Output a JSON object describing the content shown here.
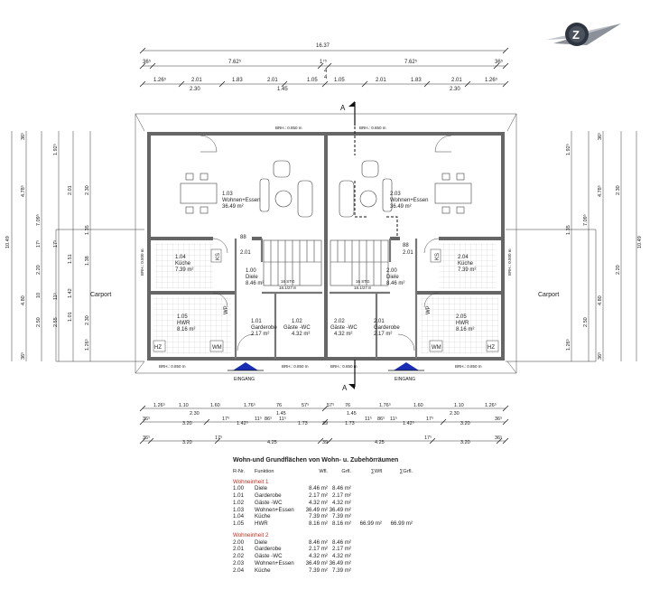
{
  "dims": {
    "top_overall": "16.37",
    "top_row2": [
      "36⁵",
      "7.62⁵",
      "1⁷⁵",
      "7.62⁵",
      "36⁵"
    ],
    "top_row3a": [
      "1.26⁵",
      "2.01",
      "1.83",
      "2.01",
      "1.05",
      "1.05",
      "2.01",
      "1.83",
      "2.01",
      "1.26⁵"
    ],
    "top_row3b": [
      "2.30",
      "1.45",
      "2.30"
    ],
    "top_small": [
      "4",
      "4"
    ],
    "left_outer": "10.49",
    "left_mid": [
      "4.78⁵",
      "7.09⁵",
      "4.80"
    ],
    "left_inner": [
      "36⁵",
      "1.92⁵",
      "2.01",
      "2.30",
      "1.35",
      "1.51",
      "1.38",
      "1.42",
      "1.01",
      "2.30",
      "2.55",
      "2.50",
      "2.20",
      "1.26⁵",
      "17⁵",
      "11⁵",
      "10",
      "36⁵",
      "17⁵"
    ],
    "bottom_row1a": [
      "1.26⁵",
      "1.10",
      "1.60",
      "1.76⁵",
      "76",
      "57⁵",
      "57⁵",
      "76",
      "1.76⁵",
      "1.60",
      "1.10",
      "1.26⁵"
    ],
    "bottom_row1b": [
      "2.30",
      "1.45",
      "1.45",
      "2.30"
    ],
    "bottom_row2": [
      "36⁵",
      "3.20",
      "17⁵",
      "1.42⁵",
      "11⁵",
      "86⁵",
      "11⁵",
      "1.73",
      "39",
      "1.73",
      "11⁵",
      "86⁵",
      "11⁵",
      "1.42⁵",
      "17⁵",
      "3.20",
      "36⁵"
    ],
    "bottom_row3": [
      "36⁵",
      "3.20",
      "17⁵",
      "4.25",
      "39",
      "4.25",
      "17⁵",
      "3.20",
      "36⁵"
    ]
  },
  "labels": {
    "brh": "BRH.: 0.850 m",
    "brh_side": "BRH.: 0.500 m",
    "carport": "Carport",
    "eingang": "EINGANG",
    "section": "A",
    "stairs_up": "16 STG",
    "stairs_ratio": "18.1/27.8",
    "ks": "KS",
    "hz": "HZ",
    "wm": "WM",
    "wp": "WP",
    "h88": "88",
    "h201": "2.01"
  },
  "rooms": [
    {
      "num": "1.03",
      "name": "Wohnen+Essen",
      "area": "36.49 m²"
    },
    {
      "num": "1.04",
      "name": "Küche",
      "area": "7.39 m²"
    },
    {
      "num": "1.00",
      "name": "Diele",
      "area": "8.46 m²"
    },
    {
      "num": "1.05",
      "name": "HWR",
      "area": "8.16 m²"
    },
    {
      "num": "1.01",
      "name": "Garderobe",
      "area": "2.17 m²"
    },
    {
      "num": "1.02",
      "name": "Gäste -WC",
      "area": "4.32 m²"
    },
    {
      "num": "2.03",
      "name": "Wohnen+Essen",
      "area": "36.49 m²"
    },
    {
      "num": "2.04",
      "name": "Küche",
      "area": "7.39 m²"
    },
    {
      "num": "2.00",
      "name": "Diele",
      "area": "8.46 m²"
    },
    {
      "num": "2.05",
      "name": "HWR",
      "area": "8.16 m²"
    },
    {
      "num": "2.01",
      "name": "Garderobe",
      "area": "2.17 m²"
    },
    {
      "num": "2.02",
      "name": "Gäste -WC",
      "area": "4.32 m²"
    }
  ],
  "table": {
    "title": "Wohn-und Grundflächen von Wohn- u. Zubehörräumen",
    "headers": [
      "R-Nr.",
      "Funktion",
      "Wfl.",
      "Grfl.",
      "∑Wfl",
      "∑Grfl."
    ],
    "groups": [
      {
        "name": "Wohneinheit 1",
        "rows": [
          [
            "1.00",
            "Diele",
            "8.46 m²",
            "8.46 m²",
            "",
            ""
          ],
          [
            "1.01",
            "Garderobe",
            "2.17 m²",
            "2.17 m²",
            "",
            ""
          ],
          [
            "1.02",
            "Gäste -WC",
            "4.32 m²",
            "4.32 m²",
            "",
            ""
          ],
          [
            "1.03",
            "Wohnen+Essen",
            "36.49 m²",
            "36.49 m²",
            "",
            ""
          ],
          [
            "1.04",
            "Küche",
            "7.39 m²",
            "7.39 m²",
            "",
            ""
          ],
          [
            "1.05",
            "HWR",
            "8.16 m²",
            "8.16 m²",
            "66.99 m²",
            "66.99 m²"
          ]
        ]
      },
      {
        "name": "Wohneinheit 2",
        "rows": [
          [
            "2.00",
            "Diele",
            "8.46 m²",
            "8.46 m²",
            "",
            ""
          ],
          [
            "2.01",
            "Garderobe",
            "2.17 m²",
            "2.17 m²",
            "",
            ""
          ],
          [
            "2.02",
            "Gäste -WC",
            "4.32 m²",
            "4.32 m²",
            "",
            ""
          ],
          [
            "2.03",
            "Wohnen+Essen",
            "36.49 m²",
            "36.49 m²",
            "",
            ""
          ],
          [
            "2.04",
            "Küche",
            "7.39 m²",
            "7.39 m²",
            "",
            ""
          ]
        ]
      }
    ]
  },
  "colors": {
    "wall": "#666666",
    "accent": "#1a2db5",
    "group": "#c0301f"
  }
}
